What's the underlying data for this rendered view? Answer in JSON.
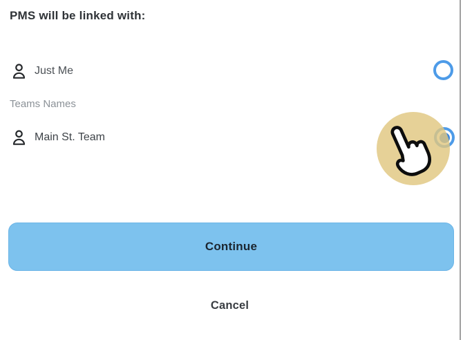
{
  "dialog": {
    "title": "PMS will be linked with:",
    "options": [
      {
        "label": "Just Me",
        "icon": "person-icon",
        "selected": false
      },
      {
        "label": "Main St. Team",
        "icon": "person-icon",
        "selected": true
      }
    ],
    "group_label": "Teams Names",
    "buttons": {
      "continue_label": "Continue",
      "cancel_label": "Cancel"
    }
  },
  "cursor": {
    "type": "pointing-hand-cursor",
    "highlight": "tap-highlight-circle",
    "over": "Main St. Team radio"
  },
  "colors": {
    "radio_ring_blue": "#4d9be8",
    "radio_dot_blue": "#3b87dd",
    "continue_button_blue": "#7dc2ee",
    "highlight_yellow": "#e8d297",
    "title_text": "#2f3337",
    "option_text": "#4c5156",
    "group_label_text": "#8b9197",
    "panel_border": "#9e9e9e"
  }
}
